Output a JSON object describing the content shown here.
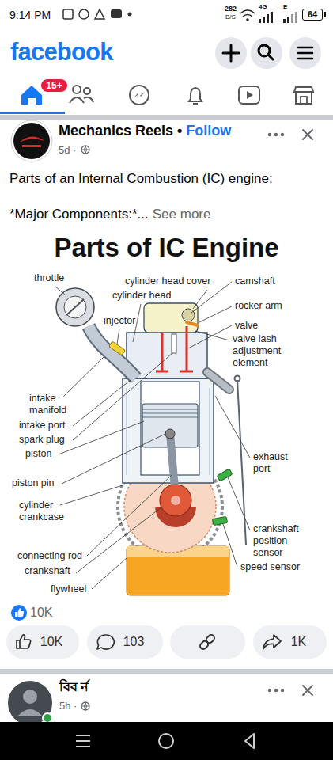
{
  "diagram": {
    "title": "Parts of IC Engine",
    "nodes": [
      {
        "text": [
          "64"
        ]
      },
      {
        "text": [
          "15+"
        ]
      },
      {
        "text": [
          "10K"
        ]
      },
      {
        "text": [
          "103"
        ]
      },
      {
        "text": [
          "1K"
        ]
      }
    ],
    "labels": [
      "9:14 PM",
      "282",
      "B/S",
      "4G",
      "E",
      "facebook",
      "Mechanics Reels",
      "•",
      "Follow",
      "5d ·",
      "Parts of an Internal Combustion (IC) engine:",
      "*Major Components:*...",
      "See more",
      "throttle",
      "cylinder head cover",
      "camshaft",
      "cylinder head",
      "rocker arm",
      "injector",
      "valve",
      "valve lash adjustment element",
      "intake manifold",
      "intake port",
      "spark plug",
      "piston",
      "exhaust port",
      "piston pin",
      "cylinder crankcase",
      "crankshaft position sensor",
      "connecting rod",
      "speed sensor",
      "crankshaft",
      "flywheel",
      "10K",
      "বিব র্ন",
      "5h ·"
    ]
  }
}
